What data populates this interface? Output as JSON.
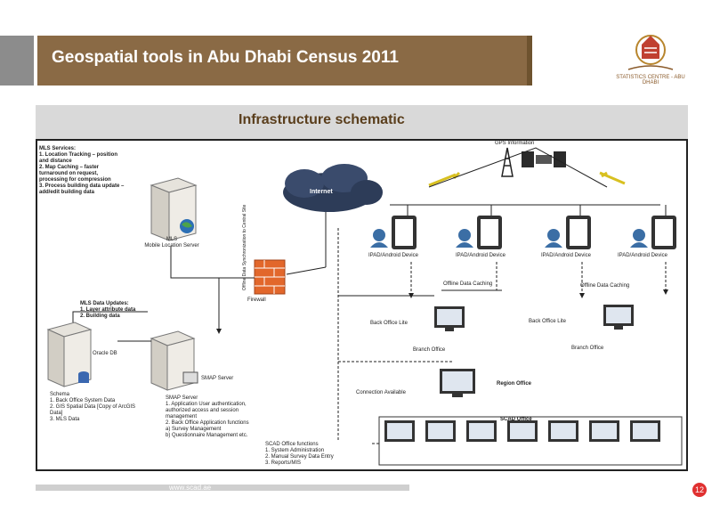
{
  "slide": {
    "title": "Geospatial tools in Abu Dhabi Census 2011",
    "subtitle": "Infrastructure schematic",
    "logo_text": "STATISTICS CENTRE - ABU DHABI",
    "footer_url": "www.scad.ae",
    "page_number": "12"
  },
  "diagram": {
    "mls_services": "MLS Services:\n1. Location Tracking – position and distance\n2. Map Caching – faster turnaround on request, processing for compression\n3. Process building data update – add/edit building data",
    "mls_label": "MLS\nMobile Location Server",
    "mls_updates": "MLS Data Updates:\n1. Layer attribute data\n2. Building data",
    "oracle_label": "Oracle DB",
    "schema_text": "Schema\n1. Back Office System Data\n2. GIS Spatial Data [Copy of ArcGIS Data]\n3. MLS Data",
    "smap_label": "SMAP Server",
    "smap_text": "SMAP Server\n1. Application User authentication, authorized access and session management\n2. Back Office Application functions\n   a) Survey Management\n   b) Questionnaire Management etc.",
    "internet_label": "Internet",
    "firewall_label": "Firewall",
    "gps_label": "GPS Information",
    "vertical_text": "Offline Data Synchronization to Central Site",
    "device_labels": [
      "IPAD/Android Device",
      "IPAD/Android Device",
      "IPAD/Android Device",
      "IPAD/Android Device"
    ],
    "offline_caching": [
      "Offline Data Caching",
      "Offline Data Caching"
    ],
    "back_office_lite": [
      "Back Office Lite",
      "Back Office Lite"
    ],
    "branch_office": [
      "Branch Office",
      "Branch Office"
    ],
    "connection_label": "Connection Available",
    "region_office": "Region Office",
    "scad_office": "SCAD Office",
    "scad_functions": "SCAD Office functions\n1. System Administration\n2. Manual Survey Data Entry\n3. Reports/MIS"
  }
}
